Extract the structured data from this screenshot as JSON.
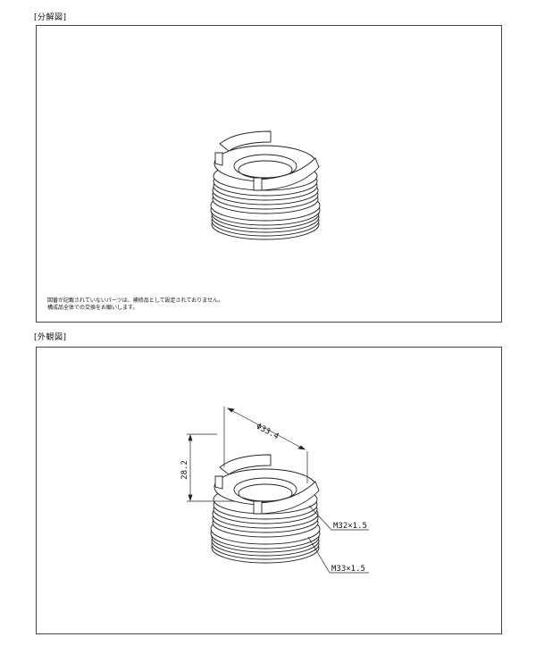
{
  "exploded": {
    "label": "[分解図]",
    "note_lines": [
      "図番が記載されていないパーツは、補修品として設定されておりません。",
      "構成品全体での交換をお願いします。"
    ]
  },
  "appearance": {
    "label": "[外観図]",
    "dimensions": {
      "diameter": "Φ33.4",
      "height": "28.2",
      "thread_upper": "M32×1.5",
      "thread_lower": "M33×1.5"
    }
  }
}
